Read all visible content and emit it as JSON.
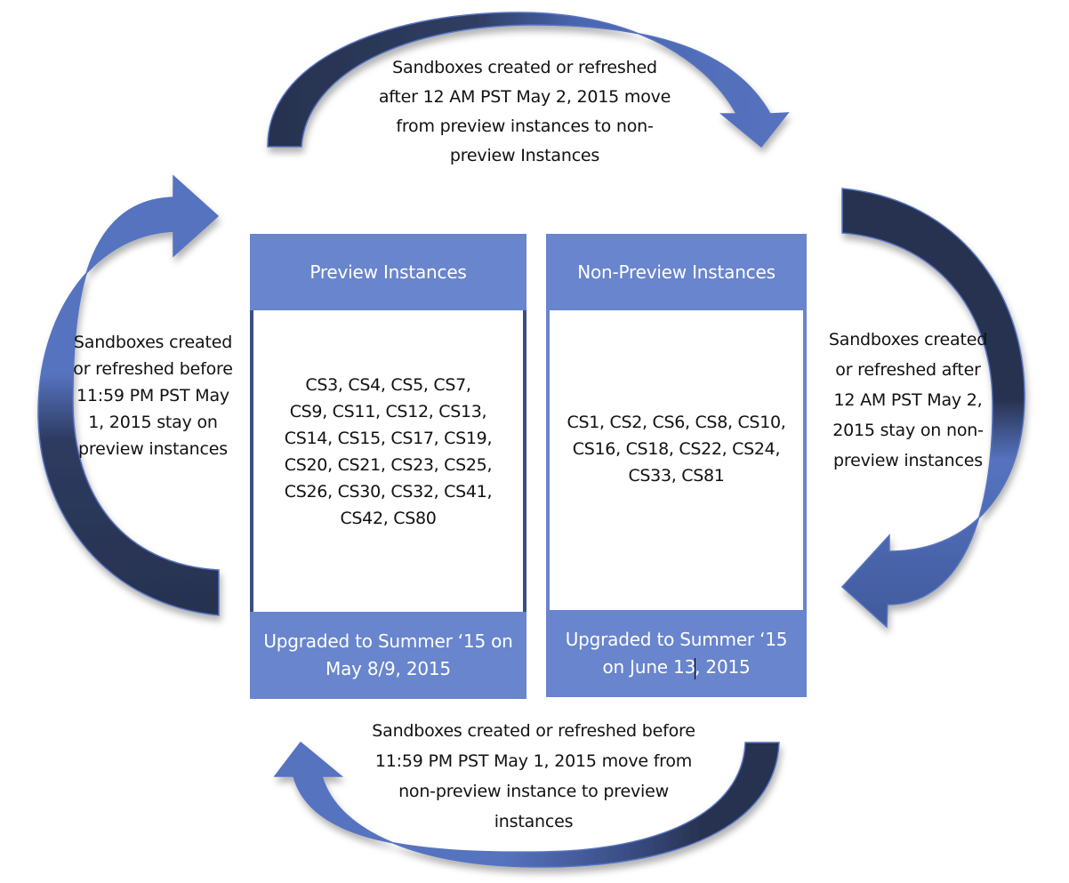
{
  "title": "Sandbox instance migration diagram",
  "colors": {
    "box_fill": "#6885cd",
    "arrow_dark": "#27324f",
    "arrow_light": "#5673c0",
    "preview_border": "#3b4f80"
  },
  "boxes": {
    "preview": {
      "header": "Preview Instances",
      "instances": "CS3, CS4, CS5, CS7,\nCS9, CS11, CS12, CS13,\nCS14, CS15, CS17, CS19,\nCS20, CS21, CS23, CS25,\nCS26, CS30, CS32, CS41,\nCS42, CS80",
      "instance_list": [
        "CS3",
        "CS4",
        "CS5",
        "CS7",
        "CS9",
        "CS11",
        "CS12",
        "CS13",
        "CS14",
        "CS15",
        "CS17",
        "CS19",
        "CS20",
        "CS21",
        "CS23",
        "CS25",
        "CS26",
        "CS30",
        "CS32",
        "CS41",
        "CS42",
        "CS80"
      ],
      "footer": "Upgraded to Summer ‘15 on\nMay 8/9, 2015"
    },
    "non_preview": {
      "header": "Non-Preview Instances",
      "instances": "CS1, CS2, CS6, CS8, CS10,\nCS16, CS18, CS22, CS24,\nCS33, CS81",
      "instance_list": [
        "CS1",
        "CS2",
        "CS6",
        "CS8",
        "CS10",
        "CS16",
        "CS18",
        "CS22",
        "CS24",
        "CS33",
        "CS81"
      ],
      "footer_line1": "Upgraded to Summer ‘15",
      "footer_line2_a": "on June 13",
      "footer_line2_b": ", 2015"
    }
  },
  "arrows": {
    "top": {
      "direction": "preview-to-non-preview",
      "label": "Sandboxes created or refreshed\nafter 12 AM PST May 2, 2015 move\nfrom preview instances to non-\npreview Instances"
    },
    "right": {
      "direction": "stay-non-preview",
      "label": "Sandboxes created\nor refreshed after\n12 AM PST May 2,\n2015 stay on non-\npreview instances"
    },
    "bottom": {
      "direction": "non-preview-to-preview",
      "label": "Sandboxes created or refreshed before\n11:59 PM PST May 1, 2015 move from\nnon-preview instance to preview\ninstances"
    },
    "left": {
      "direction": "stay-preview",
      "label": "Sandboxes created\nor refreshed before\n11:59 PM PST May\n1, 2015 stay on\npreview instances"
    }
  }
}
